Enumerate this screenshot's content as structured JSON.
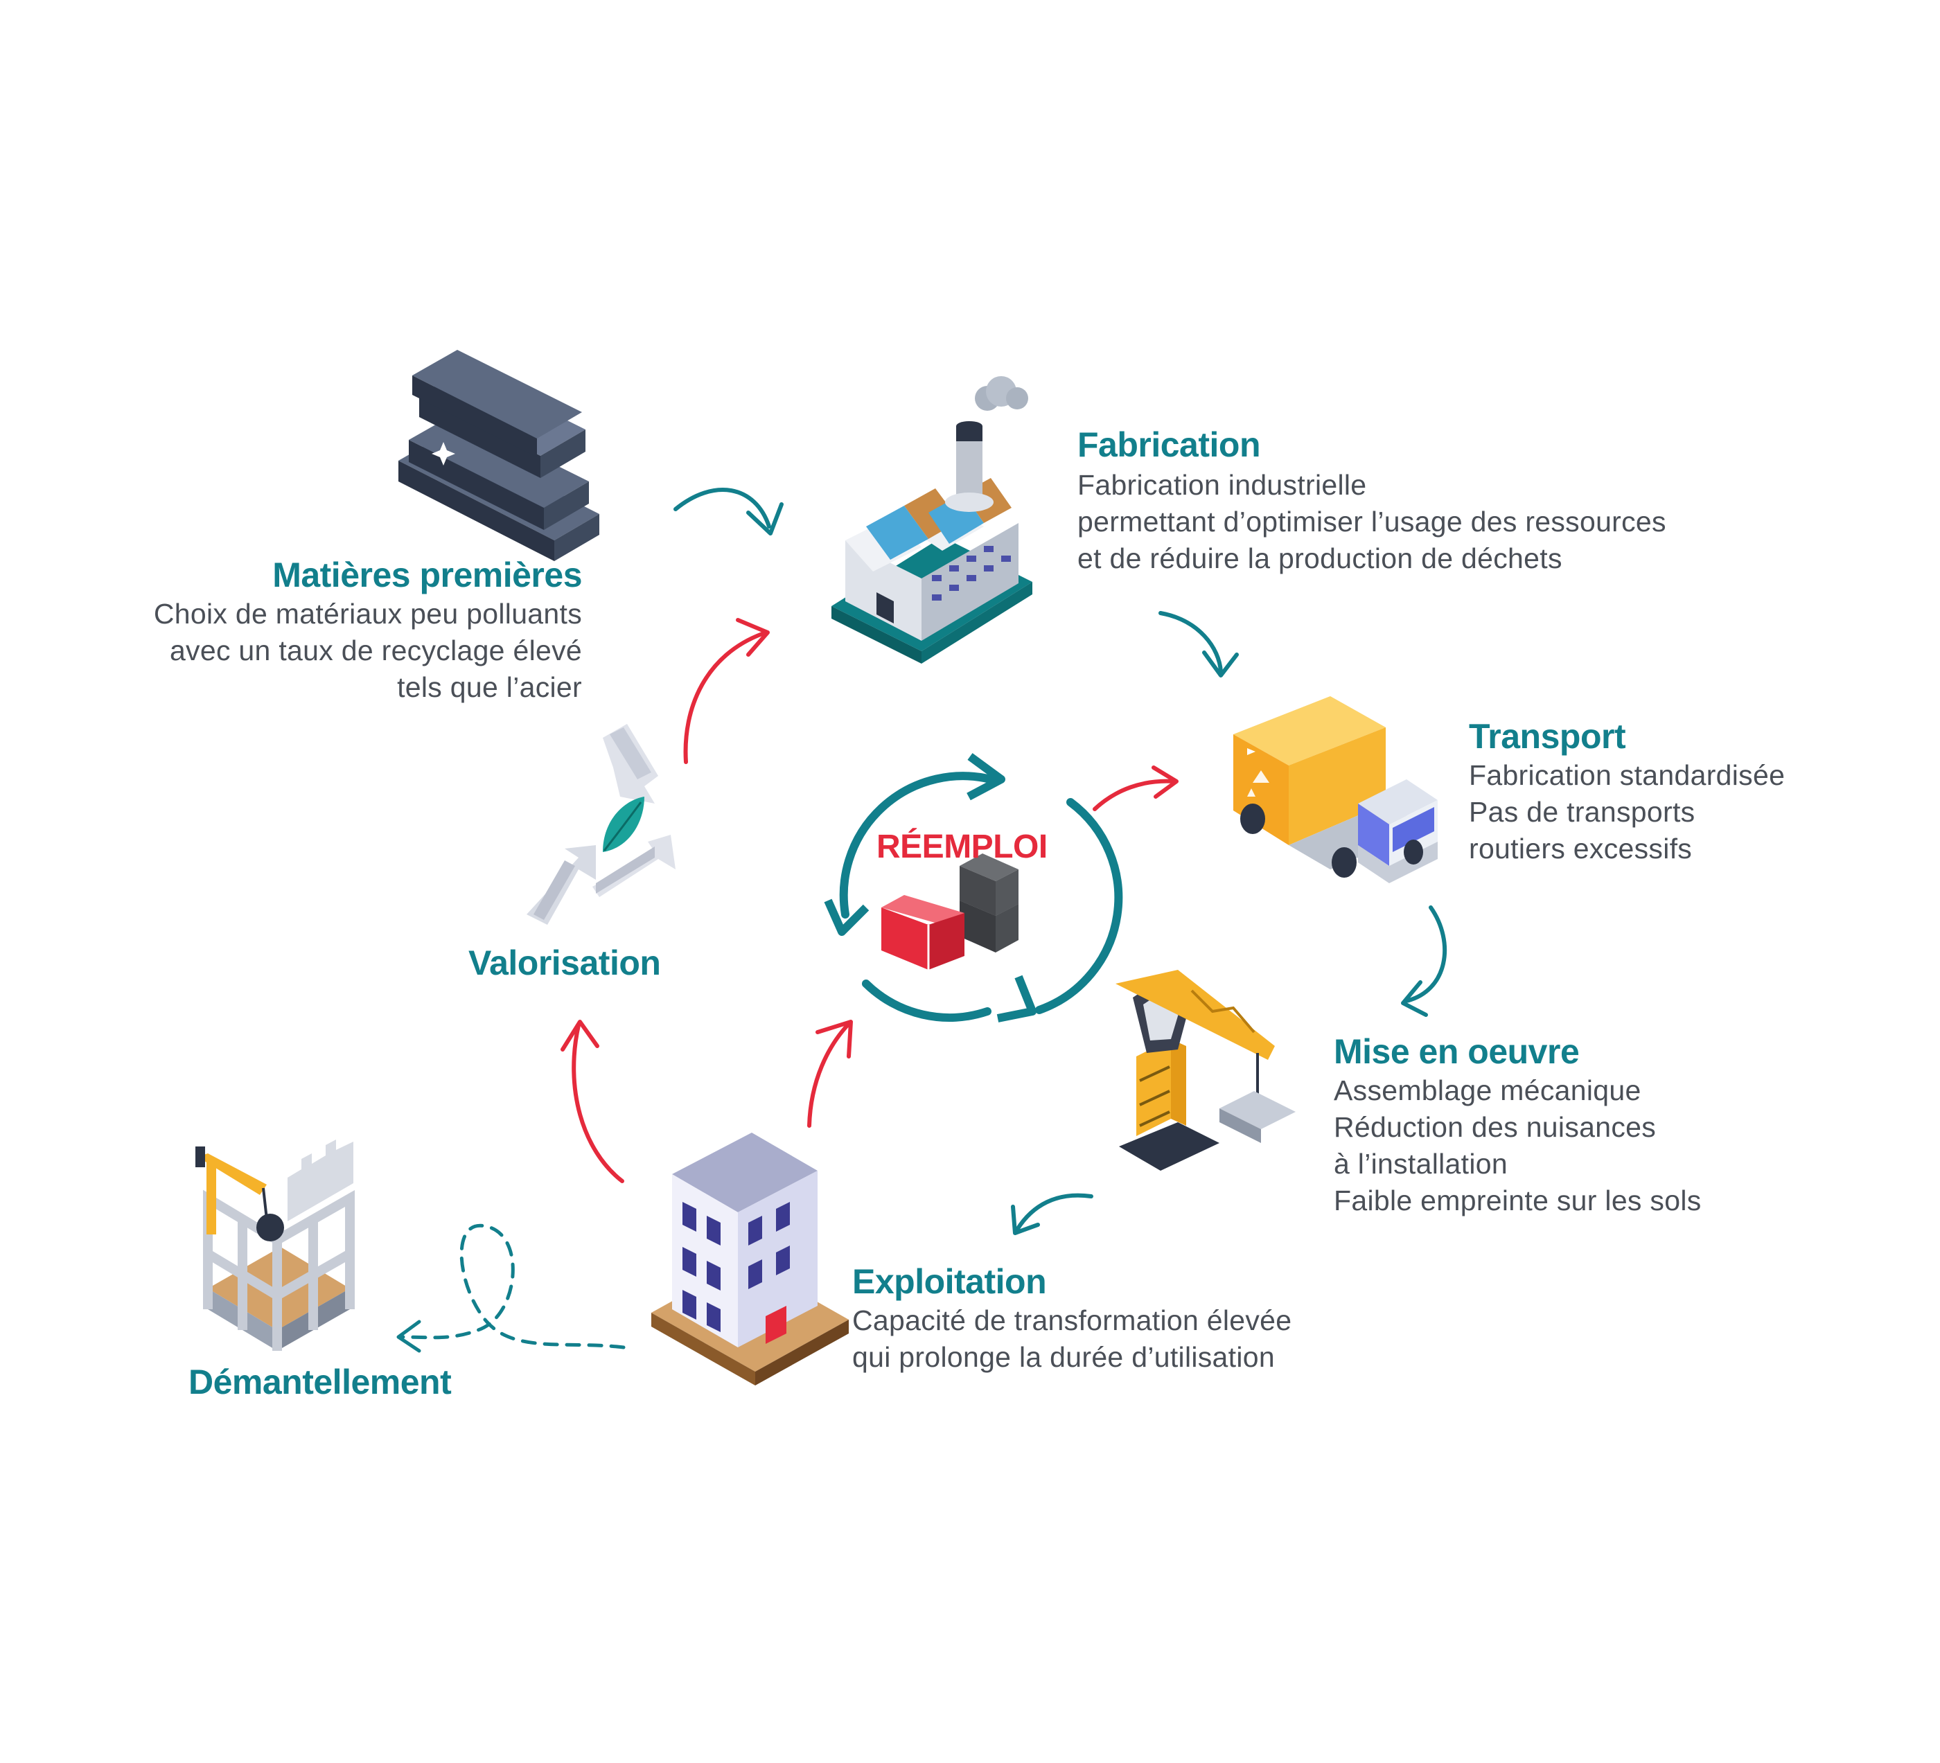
{
  "colors": {
    "teal": "#127f8c",
    "red": "#e52a3c",
    "text": "#4a4f57",
    "steel": "#3e4a5e",
    "yellow": "#f5b22a"
  },
  "center": {
    "title": "RÉEMPLOI",
    "icon": "containers-icon"
  },
  "stages": {
    "matieres": {
      "title": "Matières premières",
      "icon": "steel-beams-icon",
      "lines": [
        "Choix de matériaux peu polluants",
        "avec un taux de recyclage élevé",
        "tels que l’acier"
      ]
    },
    "fabrication": {
      "title": "Fabrication",
      "icon": "factory-icon",
      "lines": [
        "Fabrication industrielle",
        "permettant d’optimiser l’usage des ressources",
        "et de réduire la production de déchets"
      ]
    },
    "transport": {
      "title": "Transport",
      "icon": "truck-icon",
      "lines": [
        "Fabrication standardisée",
        "Pas de transports",
        "routiers excessifs"
      ]
    },
    "mise": {
      "title": "Mise en oeuvre",
      "icon": "crane-icon",
      "lines": [
        "Assemblage mécanique",
        "Réduction des nuisances",
        "à l’installation",
        "Faible empreinte sur les sols"
      ]
    },
    "exploitation": {
      "title": "Exploitation",
      "icon": "building-icon",
      "lines": [
        "Capacité de transformation élevée",
        "qui prolonge la durée d’utilisation"
      ]
    },
    "demantellement": {
      "title": "Démantellement",
      "icon": "demolition-icon"
    },
    "valorisation": {
      "title": "Valorisation",
      "icon": "recycle-leaf-icon"
    }
  }
}
